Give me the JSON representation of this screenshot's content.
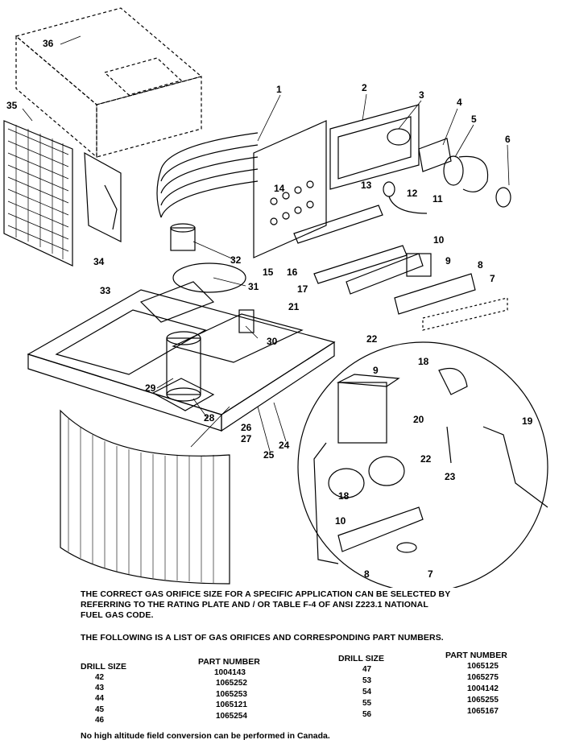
{
  "callouts": [
    "1",
    "2",
    "3",
    "4",
    "5",
    "6",
    "7",
    "8",
    "9",
    "10",
    "11",
    "12",
    "13",
    "14",
    "15",
    "16",
    "17",
    "18",
    "19",
    "20",
    "21",
    "22",
    "23",
    "24",
    "25",
    "26",
    "27",
    "28",
    "29",
    "30",
    "31",
    "32",
    "33",
    "34",
    "35",
    "36"
  ],
  "inset_callouts": {
    "n9": "9",
    "n18a": "18",
    "n19": "19",
    "n20": "20",
    "n22": "22",
    "n23": "23",
    "n10": "10",
    "n18b": "18",
    "n8": "8",
    "n7": "7"
  },
  "notes": {
    "line1": "THE CORRECT GAS ORIFICE SIZE FOR A SPECIFIC APPLICATION CAN BE SELECTED BY",
    "line2": "REFERRING TO THE RATING PLATE AND / OR TABLE F-4 OF ANSI Z223.1 NATIONAL",
    "line3": "FUEL GAS CODE.",
    "line4": "THE FOLLOWING IS A LIST OF GAS ORIFICES AND CORRESPONDING PART NUMBERS."
  },
  "table": {
    "headers": {
      "drill_left": "DRILL SIZE",
      "part_left": "PART NUMBER",
      "drill_right": "DRILL SIZE",
      "part_right": "PART NUMBER"
    },
    "left_rows": [
      {
        "drill": "42",
        "part": "1004143"
      },
      {
        "drill": "43",
        "part": "1065252"
      },
      {
        "drill": "44",
        "part": "1065253"
      },
      {
        "drill": "45",
        "part": "1065121"
      },
      {
        "drill": "46",
        "part": "1065254"
      }
    ],
    "right_rows": [
      {
        "drill": "47",
        "part": "1065125"
      },
      {
        "drill": "53",
        "part": "1065275"
      },
      {
        "drill": "54",
        "part": "1004142"
      },
      {
        "drill": "55",
        "part": "1065255"
      },
      {
        "drill": "56",
        "part": "1065167"
      }
    ]
  },
  "footer": "No high altitude field conversion can be performed in Canada."
}
